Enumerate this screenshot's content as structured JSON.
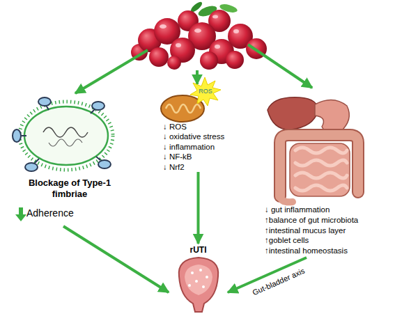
{
  "diagram": {
    "nodes": [
      {
        "text": [
          "Blockage of Type-1 fimbriae",
          "Adherence"
        ]
      },
      {
        "text": [
          "ROS",
          "↓ ROS",
          "↓ oxidative stress",
          "↓ inflammation",
          "↓ NF-kB",
          "↓ Nrf2"
        ]
      },
      {
        "text": [
          "↓ gut inflammation",
          "↑balance of gut microbiota",
          "↑intestinal mucus layer",
          "↑goblet cells",
          "↑intestinal homeostasis"
        ]
      },
      {
        "text": [
          "rUTI"
        ]
      }
    ],
    "edges": [
      {
        "from": 0,
        "to": 3,
        "arrow": "to"
      },
      {
        "from": 1,
        "to": 3,
        "arrow": "to"
      },
      {
        "from": 2,
        "to": 3,
        "label": "Gut-bladder axis",
        "arrow": "to"
      }
    ]
  }
}
